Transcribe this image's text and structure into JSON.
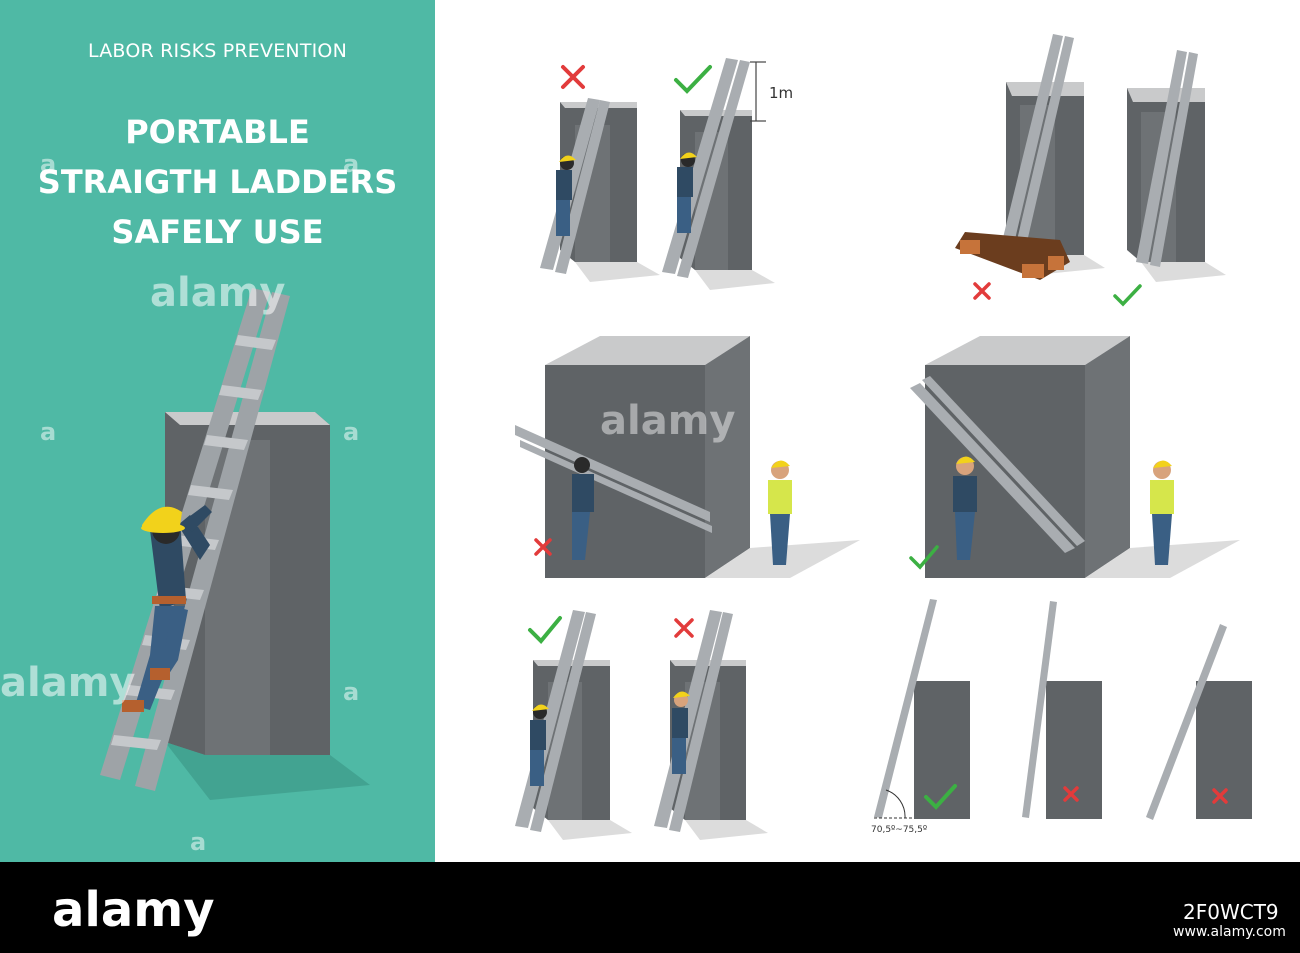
{
  "header": {
    "supertitle": "LABOR RISKS PREVENTION",
    "title_lines": [
      "PORTABLE",
      "STRAIGTH LADDERS",
      "SAFELY USE"
    ]
  },
  "annotations": {
    "height_label": "1m",
    "angle_label": "70,5º~75,5º"
  },
  "watermark": {
    "text": "alamy",
    "mark": "a"
  },
  "footer": {
    "logo": "alamy",
    "image_id": "2F0WCT9",
    "url": "www.alamy.com"
  },
  "colors": {
    "panel": "#4fb9a5",
    "wall_dark": "#5f6366",
    "wall_mid": "#6e7275",
    "wall_light": "#c9cacb",
    "ladder": "#a9adb1",
    "check": "#3cb043",
    "cross": "#e23b3b",
    "helmet": "#f2d21b",
    "vest": "#d6e64b",
    "worker_blue": "#2f4a63"
  }
}
